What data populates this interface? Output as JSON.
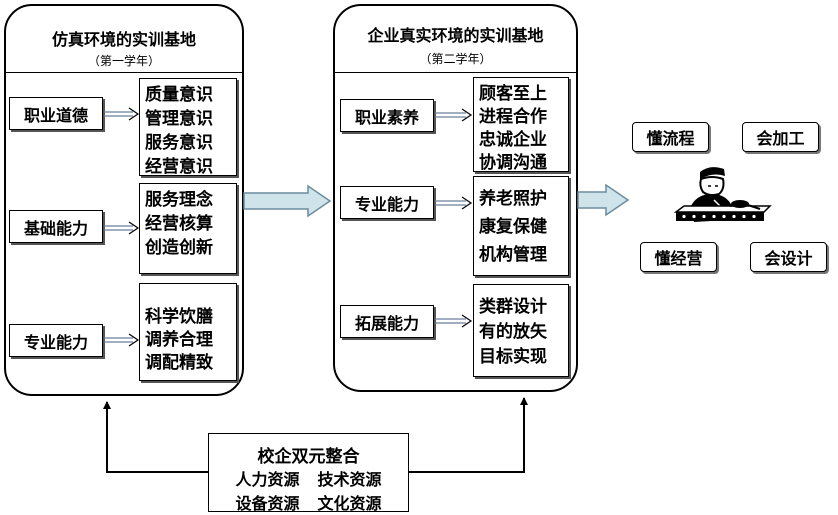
{
  "left_panel": {
    "title": "仿真环境的实训基地",
    "subtitle": "（第一学年）",
    "rows": [
      {
        "label": "职业道德",
        "items": [
          "质量意识",
          "管理意识",
          "服务意识",
          "经营意识"
        ]
      },
      {
        "label": "基础能力",
        "items": [
          "服务理念",
          "经营核算",
          "创造创新"
        ]
      },
      {
        "label": "专业能力",
        "items": [
          "科学饮膳",
          "调养合理",
          "调配精致"
        ]
      }
    ]
  },
  "middle_panel": {
    "title": "企业真实环境的实训基地",
    "subtitle": "（第二学年）",
    "rows": [
      {
        "label": "职业素养",
        "items": [
          "顾客至上",
          "进程合作",
          "忠诚企业",
          "协调沟通"
        ]
      },
      {
        "label": "专业能力",
        "items": [
          "养老照护",
          "康复保健",
          "机构管理"
        ]
      },
      {
        "label": "拓展能力",
        "items": [
          "类群设计",
          "有的放矢",
          "目标实现"
        ]
      }
    ]
  },
  "skills": [
    "懂流程",
    "会加工",
    "懂经营",
    "会设计"
  ],
  "bottom": {
    "title": "校企双元整合",
    "resources": [
      "人力资源",
      "技术资源",
      "设备资源",
      "文化资源"
    ]
  }
}
